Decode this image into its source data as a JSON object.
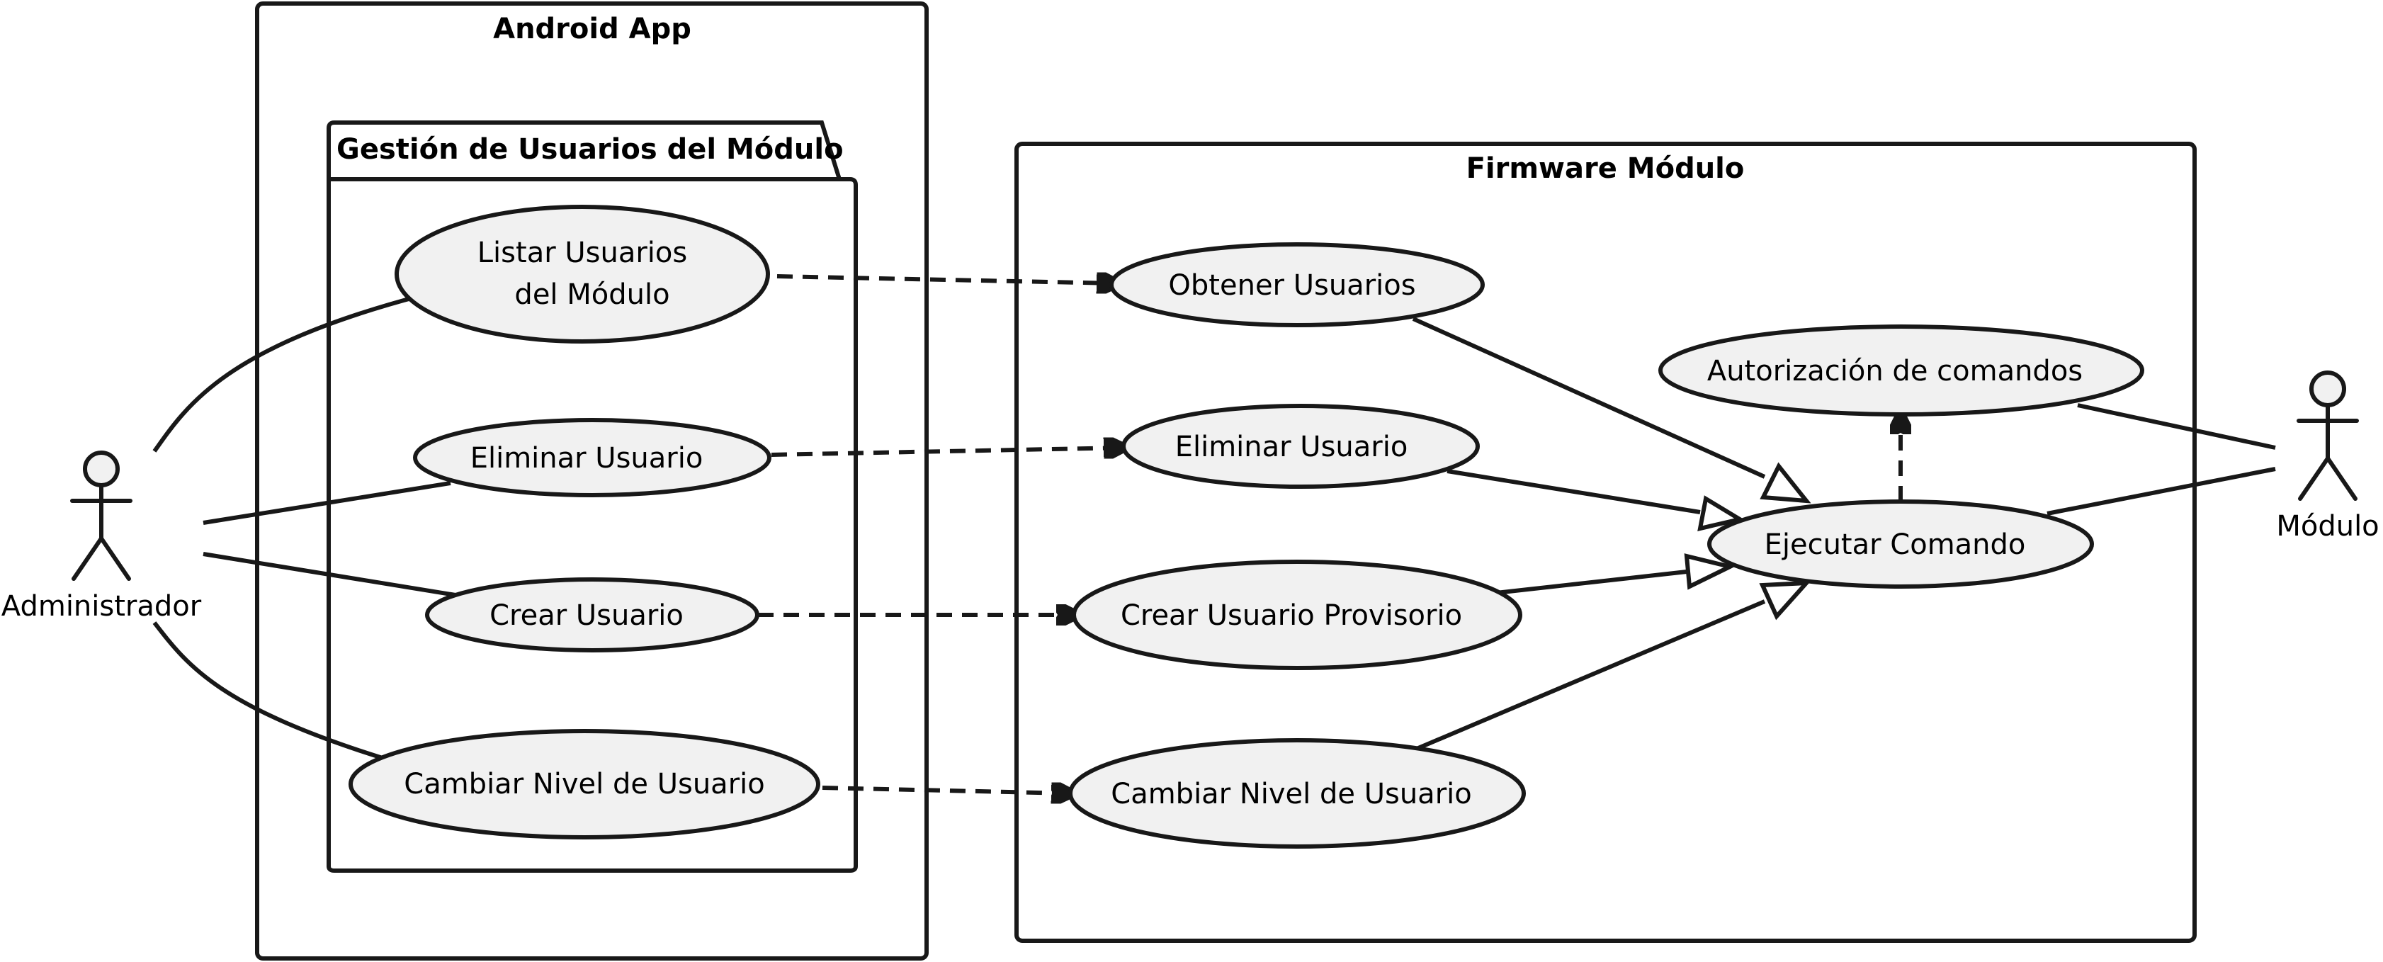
{
  "colors": {
    "ellipse_fill": "#f1f1f1",
    "stroke": "#181818",
    "background": "#ffffff"
  },
  "actors": {
    "administrador": "Administrador",
    "modulo": "Módulo"
  },
  "frames": {
    "android_app": "Android App",
    "gestion_package": "Gestión de Usuarios del Módulo",
    "firmware": "Firmware Módulo"
  },
  "use_cases": {
    "listar_line1": "Listar Usuarios",
    "listar_line2": "del Módulo",
    "eliminar_app": "Eliminar Usuario",
    "crear_app": "Crear Usuario",
    "cambiar_app": "Cambiar Nivel de Usuario",
    "obtener": "Obtener Usuarios",
    "eliminar_fw": "Eliminar Usuario",
    "crear_provisorio": "Crear Usuario Provisorio",
    "cambiar_fw": "Cambiar Nivel de Usuario",
    "ejecutar": "Ejecutar Comando",
    "autorizacion": "Autorización de comandos"
  }
}
